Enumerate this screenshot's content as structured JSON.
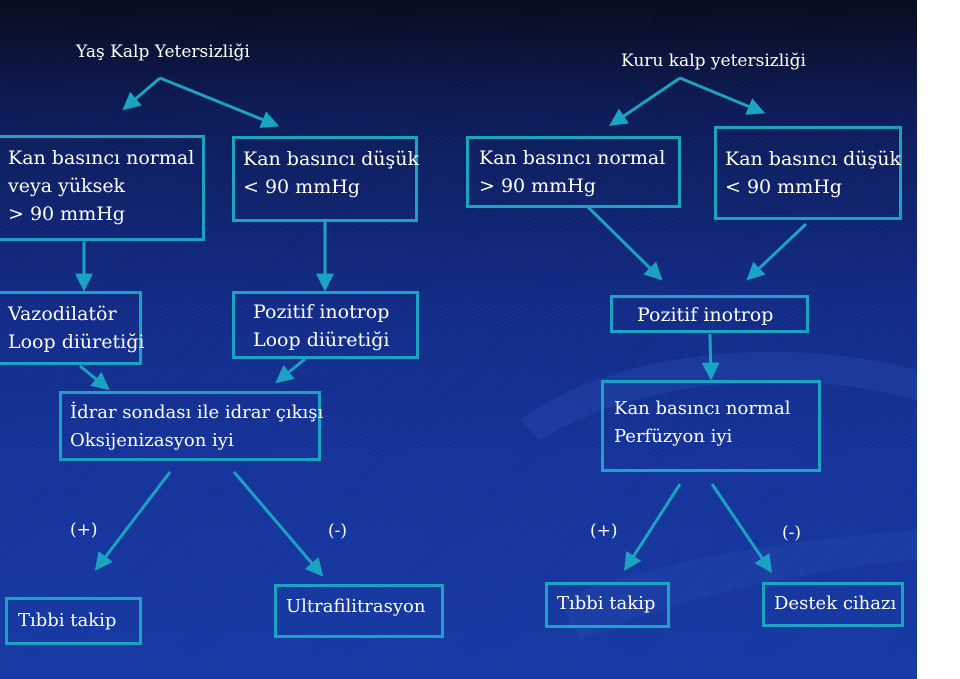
{
  "colors": {
    "background_top": "#05091c",
    "background_bottom": "#1538a3",
    "accent": "#1aa3c2",
    "text": "#ffffff"
  },
  "wet": {
    "title": "Yaş Kalp Yetersizliği",
    "bp_normal": [
      "Kan basıncı normal",
      "veya yüksek",
      "> 90 mmHg"
    ],
    "bp_low": [
      "Kan basıncı düşük",
      "< 90 mmHg"
    ],
    "treat_left": [
      "Vazodilatör",
      "Loop diüretiği"
    ],
    "treat_right": [
      "Pozitif inotrop",
      "Loop diüretiği"
    ],
    "monitor": [
      "İdrar sondası ile idrar çıkışı",
      "Oksijenizasyon iyi"
    ],
    "plus": "(+)",
    "minus": "(-)",
    "outcome_plus": "Tıbbi takip",
    "outcome_minus": "Ultrafilitrasyon"
  },
  "dry": {
    "title": "Kuru kalp yetersizliği",
    "bp_normal": [
      "Kan basıncı normal",
      "> 90 mmHg"
    ],
    "bp_low": [
      "Kan basıncı düşük",
      "< 90 mmHg"
    ],
    "treat": "Pozitif inotrop",
    "status": [
      "Kan basıncı normal",
      "Perfüzyon iyi"
    ],
    "plus": "(+)",
    "minus": "(-)",
    "outcome_plus": "Tıbbi takip",
    "outcome_minus": "Destek cihazı"
  }
}
